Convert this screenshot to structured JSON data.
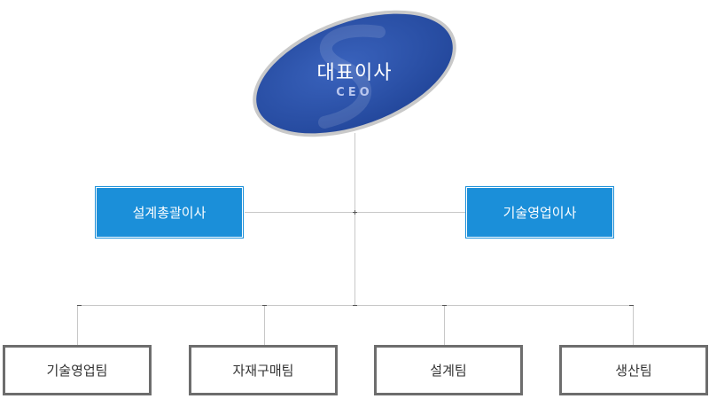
{
  "ceo": {
    "title": "대표이사",
    "subtitle": "CEO"
  },
  "directors": [
    {
      "label": "설계총괄이사"
    },
    {
      "label": "기술영업이사"
    }
  ],
  "teams": [
    {
      "label": "기술영업팀"
    },
    {
      "label": "자재구매팀"
    },
    {
      "label": "설계팀"
    },
    {
      "label": "생산팀"
    }
  ],
  "colors": {
    "ceo_fill": "#2a4fa6",
    "director_fill": "#1b8fd9",
    "team_border": "#6d6d6d",
    "connector": "#c8c8c8"
  }
}
